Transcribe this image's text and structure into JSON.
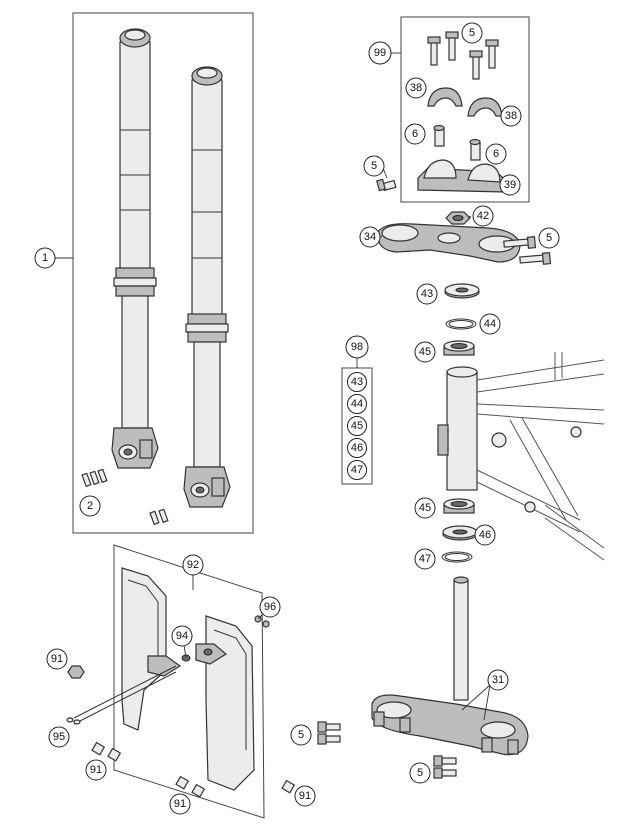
{
  "callouts": {
    "c1": "1",
    "c2": "2",
    "c5a": "5",
    "c5b": "5",
    "c5c": "5",
    "c5d": "5",
    "c5e": "5",
    "c6a": "6",
    "c6b": "6",
    "c31": "31",
    "c34": "34",
    "c38a": "38",
    "c38b": "38",
    "c39": "39",
    "c42": "42",
    "c43": "43",
    "c44": "44",
    "c45a": "45",
    "c45b": "45",
    "c46": "46",
    "c47": "47",
    "c91a": "91",
    "c91b": "91",
    "c91c": "91",
    "c91d": "91",
    "c92": "92",
    "c94": "94",
    "c95": "95",
    "c96": "96",
    "c98": "98",
    "c99": "99"
  },
  "kit98": [
    "43",
    "44",
    "45",
    "46",
    "47"
  ]
}
